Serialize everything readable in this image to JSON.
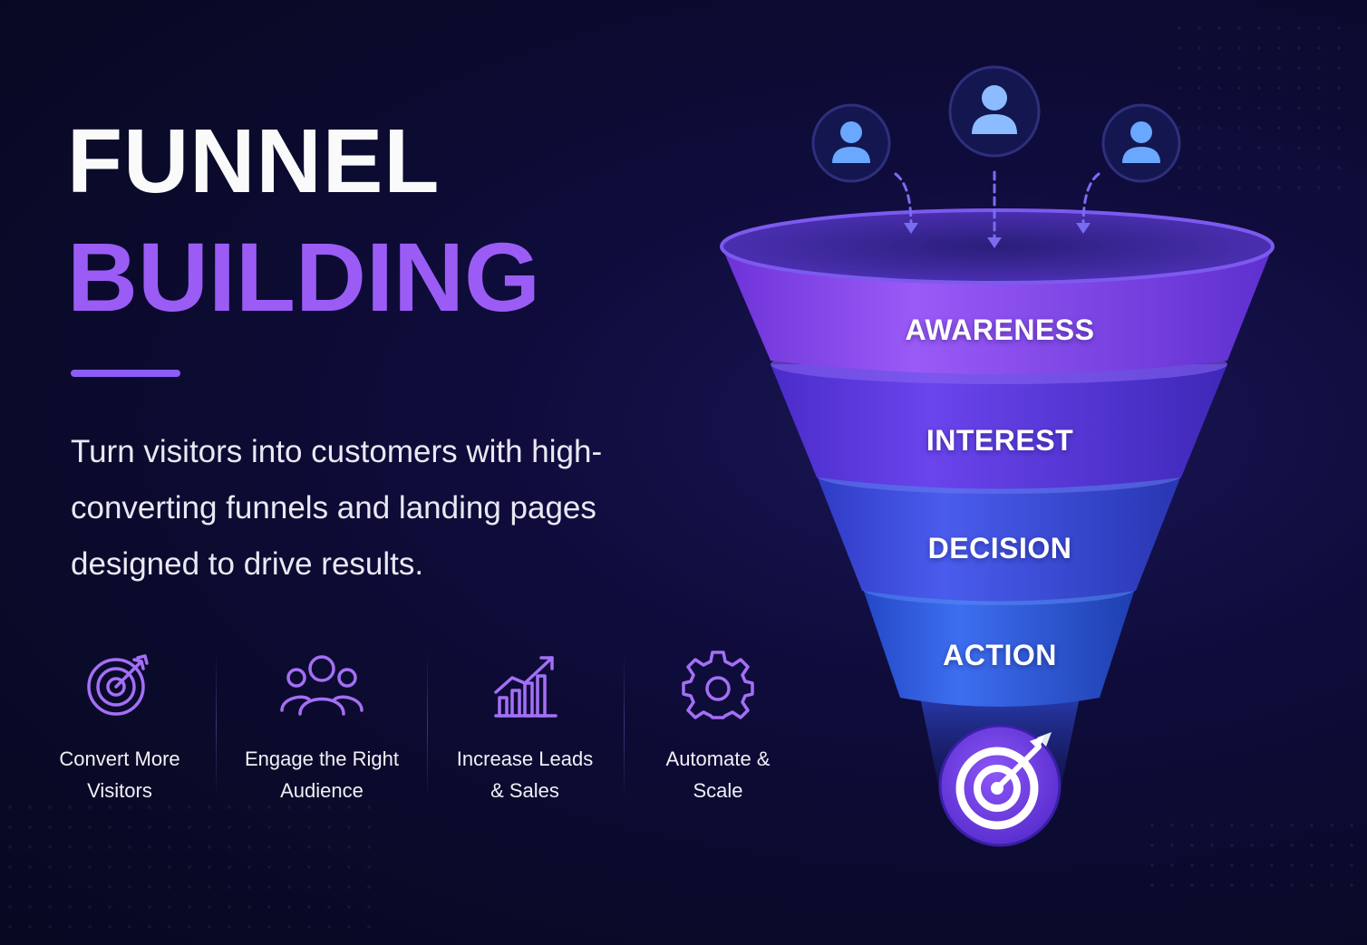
{
  "headline": {
    "line1": "FUNNEL",
    "line2": "BUILDING"
  },
  "description": "Turn visitors into customers with high-converting funnels and landing pages designed to drive results.",
  "features": [
    {
      "icon": "target-icon",
      "line1": "Convert More",
      "line2": "Visitors"
    },
    {
      "icon": "audience-icon",
      "line1": "Engage the Right",
      "line2": "Audience"
    },
    {
      "icon": "growth-chart-icon",
      "line1": "Increase Leads",
      "line2": "& Sales"
    },
    {
      "icon": "gear-icon",
      "line1": "Automate &",
      "line2": "Scale"
    }
  ],
  "funnel": {
    "stages": [
      "AWARENESS",
      "INTEREST",
      "DECISION",
      "ACTION"
    ],
    "stage_colors": [
      "#8b4ff0",
      "#6a3ee6",
      "#4a4be6",
      "#3a64ea"
    ],
    "input_icons": [
      "user-icon",
      "user-icon",
      "user-icon"
    ],
    "output_icon": "target-icon"
  },
  "colors": {
    "background": "#0b0a2e",
    "accent_purple": "#9b5cf6",
    "text_white": "#fafafa"
  }
}
